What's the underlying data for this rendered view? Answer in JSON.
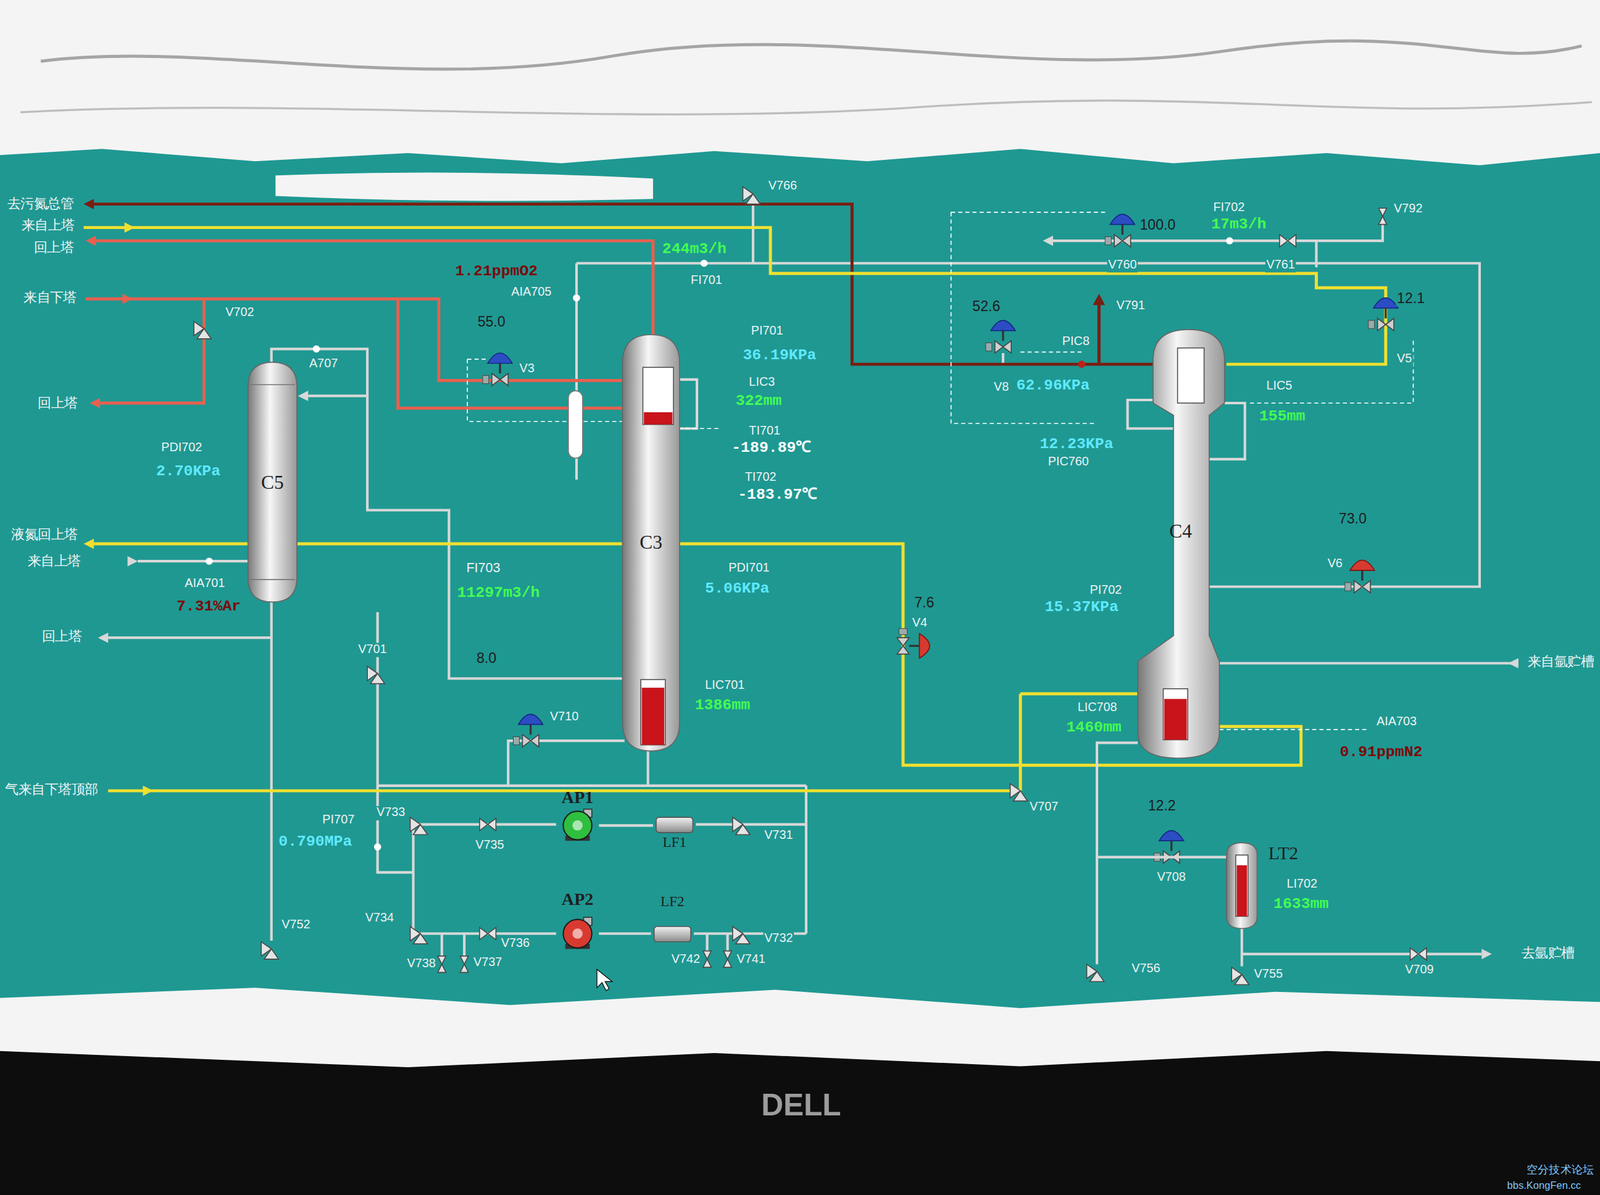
{
  "diagram": {
    "nodes": [
      {
        "text": [
          "C5"
        ]
      },
      {
        "text": [
          "C3"
        ]
      },
      {
        "text": [
          "C4"
        ]
      },
      {
        "text": [
          "LT2"
        ]
      },
      {
        "text": [
          "AP1"
        ]
      },
      {
        "text": [
          "LF1"
        ]
      },
      {
        "text": [
          "AP2"
        ]
      },
      {
        "text": [
          "LF2"
        ]
      }
    ],
    "edges": [
      {
        "from": 4,
        "to": 5,
        "arrow": "none"
      },
      {
        "from": 6,
        "to": 7,
        "arrow": "none"
      },
      {
        "from": 2,
        "to": 3,
        "arrow": "none"
      }
    ],
    "labels": [
      "去污氮总管",
      "来自上塔",
      "回上塔",
      "来自下塔",
      "回上塔",
      "液氮回上塔",
      "来自上塔",
      "回上塔",
      "气来自下塔顶部",
      "来自氩贮槽",
      "去氩贮槽",
      "1.21ppmO2",
      "AIA705",
      "244m3/h",
      "FI701",
      "V766",
      "55.0",
      "V3",
      "PI701",
      "36.19KPa",
      "LIC3",
      "322mm",
      "TI701",
      "-189.89℃",
      "TI702",
      "-183.97℃",
      "V702",
      "A707",
      "PDI702",
      "2.70KPa",
      "AIA701",
      "7.31%Ar",
      "FI703",
      "11297m3/h",
      "PDI701",
      "5.06KPa",
      "V701",
      "8.0",
      "V710",
      "LIC701",
      "1386mm",
      "7.6",
      "V4",
      "100.0",
      "V760",
      "FI702",
      "17m3/h",
      "V761",
      "V792",
      "52.6",
      "V8",
      "62.96KPa",
      "PIC8",
      "V791",
      "12.1",
      "V5",
      "LIC5",
      "155mm",
      "12.23KPa",
      "PIC760",
      "73.0",
      "V6",
      "PI702",
      "15.37KPa",
      "LIC708",
      "1460mm",
      "AIA703",
      "0.91ppmN2",
      "12.2",
      "V708",
      "LI702",
      "1633mm",
      "V707",
      "V709",
      "V756",
      "V755",
      "PI707",
      "0.790MPa",
      "V733",
      "V735",
      "V731",
      "V734",
      "V736",
      "V732",
      "V738",
      "V737",
      "V742",
      "V741",
      "V752",
      "DELL",
      "空分技术论坛",
      "bbs.KongFen.cc"
    ]
  }
}
